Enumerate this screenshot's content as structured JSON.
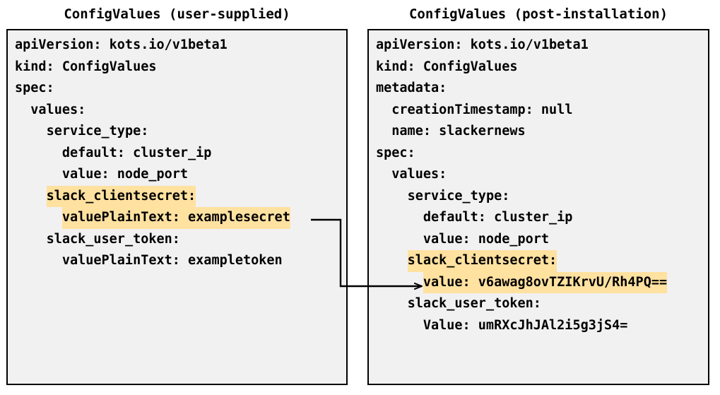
{
  "diagram": {
    "title_left": "ConfigValues (user-supplied)",
    "title_right": "ConfigValues (post-installation)",
    "highlight_color": "#ffe1a0",
    "box_background": "#f1f1f1",
    "box_border_color": "#000000",
    "connector_color": "#000000"
  },
  "left_panel": {
    "lines": [
      {
        "indent": 0,
        "text": "apiVersion: kots.io/v1beta1",
        "highlighted": false
      },
      {
        "indent": 0,
        "text": "kind: ConfigValues",
        "highlighted": false
      },
      {
        "indent": 0,
        "text": "spec:",
        "highlighted": false
      },
      {
        "indent": 1,
        "text": "values:",
        "highlighted": false
      },
      {
        "indent": 2,
        "text": "service_type:",
        "highlighted": false
      },
      {
        "indent": 3,
        "text": "default: cluster_ip",
        "highlighted": false
      },
      {
        "indent": 3,
        "text": "value: node_port",
        "highlighted": false
      },
      {
        "indent": 2,
        "text": "slack_clientsecret:",
        "highlighted": true
      },
      {
        "indent": 3,
        "text": "valuePlainText: examplesecret",
        "highlighted": true
      },
      {
        "indent": 2,
        "text": "slack_user_token:",
        "highlighted": false
      },
      {
        "indent": 3,
        "text": "valuePlainText: exampletoken",
        "highlighted": false
      }
    ]
  },
  "right_panel": {
    "lines": [
      {
        "indent": 0,
        "text": "apiVersion: kots.io/v1beta1",
        "highlighted": false
      },
      {
        "indent": 0,
        "text": "kind: ConfigValues",
        "highlighted": false
      },
      {
        "indent": 0,
        "text": "metadata:",
        "highlighted": false
      },
      {
        "indent": 1,
        "text": "creationTimestamp: null",
        "highlighted": false
      },
      {
        "indent": 1,
        "text": "name: slackernews",
        "highlighted": false
      },
      {
        "indent": 0,
        "text": "spec:",
        "highlighted": false
      },
      {
        "indent": 1,
        "text": "values:",
        "highlighted": false
      },
      {
        "indent": 2,
        "text": "service_type:",
        "highlighted": false
      },
      {
        "indent": 3,
        "text": "default: cluster_ip",
        "highlighted": false
      },
      {
        "indent": 3,
        "text": "value: node_port",
        "highlighted": false
      },
      {
        "indent": 2,
        "text": "slack_clientsecret:",
        "highlighted": true
      },
      {
        "indent": 3,
        "text": "value: v6awag8ovTZIKrvU/Rh4PQ==",
        "highlighted": true
      },
      {
        "indent": 2,
        "text": "slack_user_token:",
        "highlighted": false
      },
      {
        "indent": 3,
        "text": "Value: umRXcJhJAl2i5g3jS4=",
        "highlighted": false
      }
    ]
  }
}
